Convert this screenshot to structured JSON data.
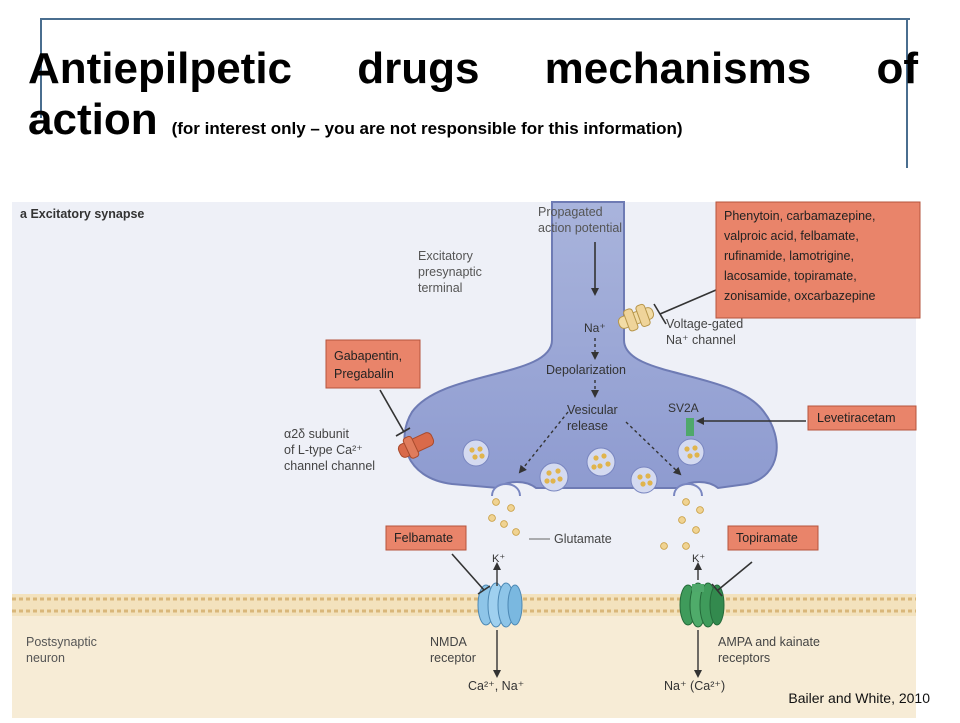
{
  "slide": {
    "title_words": [
      "Antiepilpetic",
      "drugs",
      "mechanisms",
      "of"
    ],
    "title_last": "action",
    "subtitle": "(for interest only – you are not responsible for this information)",
    "citation": "Bailer and White, 2010"
  },
  "figure": {
    "panel_letter": "a",
    "panel_title": "Excitatory synapse",
    "propagated": [
      "Propagated",
      "action potential"
    ],
    "presynaptic": [
      "Excitatory",
      "presynaptic",
      "terminal"
    ],
    "sodium_blockers": [
      "Phenytoin, carbamazepine,",
      "valproic acid, felbamate,",
      "rufinamide, lamotrigine,",
      "lacosamide, topiramate,",
      "zonisamide, oxcarbazepine"
    ],
    "voltage_gated": [
      "Voltage-gated",
      "Na⁺ channel"
    ],
    "na_ion": "Na⁺",
    "depolarization": "Depolarization",
    "vesicular_release": [
      "Vesicular",
      "release"
    ],
    "sv2a": "SV2A",
    "levetiracetam": "Levetiracetam",
    "gabapentin": [
      "Gabapentin,",
      "Pregabalin"
    ],
    "a2d_subunit": [
      "α2δ subunit",
      "of L-type Ca²⁺",
      "channel channel"
    ],
    "felbamate": "Felbamate",
    "topiramate": "Topiramate",
    "glutamate": "Glutamate",
    "k_left": "K⁺",
    "k_right": "K⁺",
    "postsynaptic": [
      "Postsynaptic",
      "neuron"
    ],
    "nmda": [
      "NMDA",
      "receptor"
    ],
    "ampa": [
      "AMPA and kainate",
      "receptors"
    ],
    "nmda_ions": "Ca²⁺, Na⁺",
    "ampa_ions": "Na⁺ (Ca²⁺)"
  }
}
